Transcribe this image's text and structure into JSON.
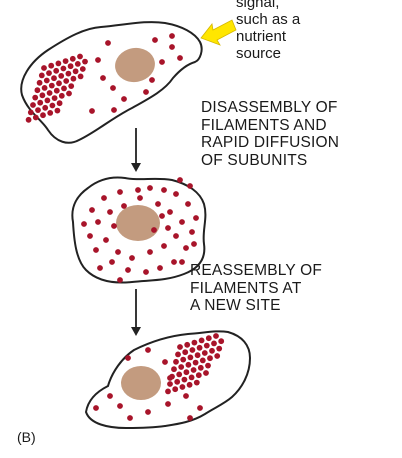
{
  "signal_label": [
    "signal,",
    "such as a",
    "nutrient",
    "source"
  ],
  "step1_label": [
    "DISASSEMBLY OF",
    "FILAMENTS AND",
    "RAPID DIFFUSION",
    "OF SUBUNITS"
  ],
  "step2_label": [
    "REASSEMBLY OF",
    "FILAMENTS AT",
    "A NEW SITE"
  ],
  "panel_label": "(B)",
  "colors": {
    "cell_fill": "#ffffff",
    "cell_outline": "#222222",
    "nucleus": "#c39b7f",
    "subunit": "#a8142a",
    "signal_arrow": "#ffe600",
    "arrow": "#222222"
  },
  "stages": [
    "cell-with-filaments-original-site",
    "cell-with-diffuse-subunits",
    "cell-with-filaments-new-site"
  ]
}
